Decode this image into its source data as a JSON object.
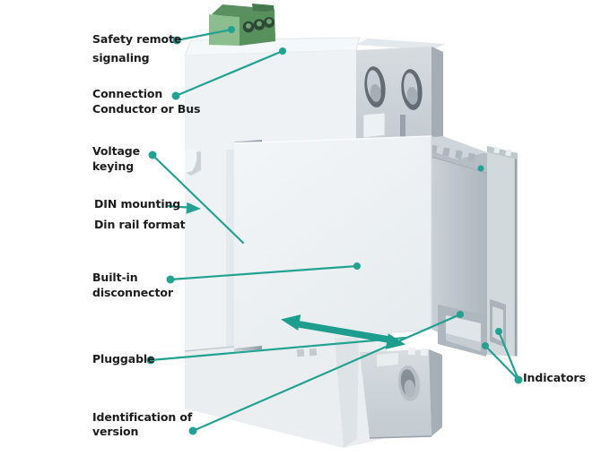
{
  "figure": {
    "type": "annotated-product-diagram",
    "subject": "DIN-rail pluggable surge protection device",
    "background": "#ffffff"
  },
  "colors": {
    "accent_teal": "#23a191",
    "arrow_teal": "#1d9d8d",
    "label_text": "#1d1d1d",
    "device_body_light": "#eef2f5",
    "device_gray": "#ccd3d8",
    "device_dark_gray": "#a4adb4",
    "terminal_green_front": "#8cbd8f",
    "terminal_green_side": "#57905c",
    "keying_slot_dark": "#2f343a",
    "status_led": "#23a191"
  },
  "labels": {
    "safety_remote": {
      "line1": "Safety remote",
      "line2": "signaling"
    },
    "connection": {
      "line1": "Connection",
      "line2": "Conductor or Bus"
    },
    "voltage_keying": {
      "line1": "Voltage",
      "line2": "keying"
    },
    "din_mounting": {
      "text": "DIN mounting"
    },
    "din_rail": {
      "text": "Din rail format"
    },
    "built_in": {
      "line1": "Built-in",
      "line2": "disconnector"
    },
    "pluggable": {
      "text": "Pluggable"
    },
    "identification": {
      "line1": "Identification of",
      "line2": "version"
    },
    "indicators": {
      "text": "Indicators"
    }
  },
  "icons": {
    "leader_dot": "filled-circle",
    "din_pointer": "right-arrowhead",
    "pluggable_motion": "double-headed-arrow"
  }
}
